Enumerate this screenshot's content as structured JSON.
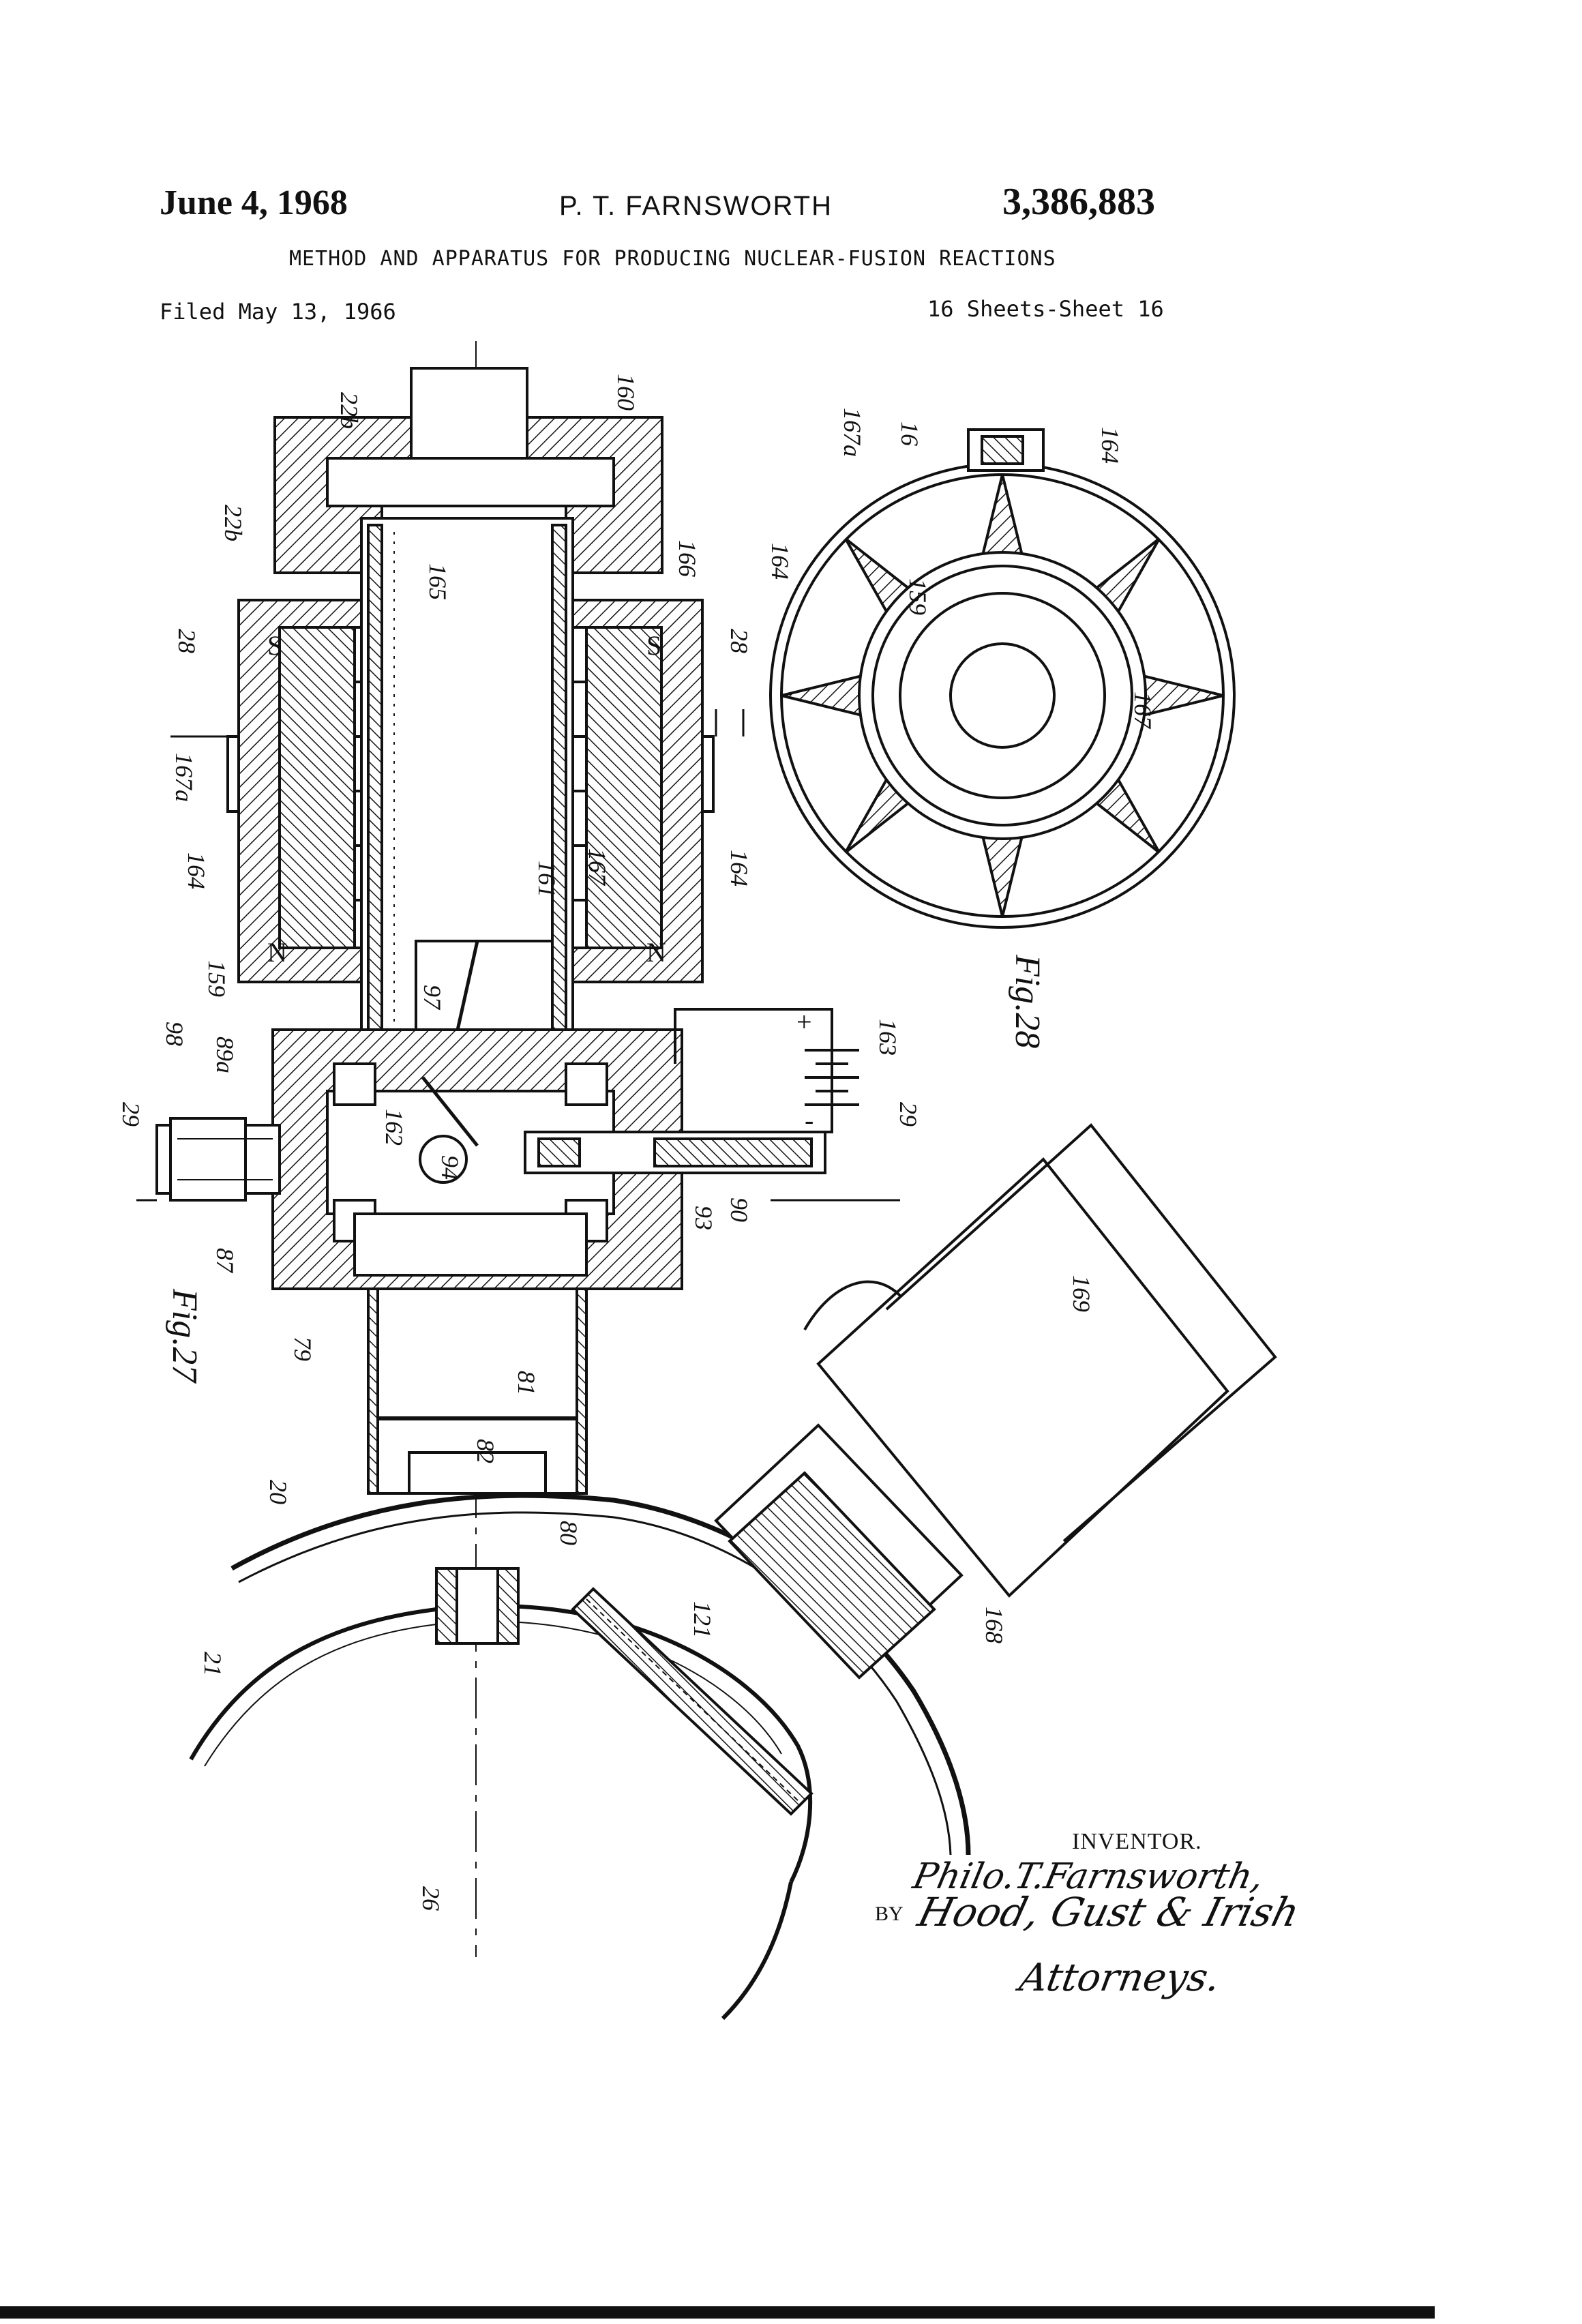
{
  "header": {
    "date": "June 4, 1968",
    "inventor_name": "P. T. FARNSWORTH",
    "patent_number": "3,386,883",
    "title": "METHOD AND APPARATUS FOR PRODUCING NUCLEAR-FUSION REACTIONS",
    "filed": "Filed May 13, 1966",
    "sheets": "16 Sheets-Sheet 16"
  },
  "figures": {
    "fig27": "Fig.27",
    "fig28": "Fig.28"
  },
  "reference_numerals": {
    "n22b_top": "22b",
    "n22b_side": "22b",
    "n160": "160",
    "n166": "166",
    "n165": "165",
    "n167a_left": "167a",
    "n164_left": "164",
    "n164_right": "164",
    "n167": "167",
    "n161": "161",
    "n159": "159",
    "n97": "97",
    "n89a": "89a",
    "n98": "98",
    "n162": "162",
    "n94": "94",
    "n163": "163",
    "n93": "93",
    "n90": "90",
    "n87": "87",
    "n79": "79",
    "n81": "81",
    "n82": "82",
    "n80": "80",
    "n20": "20",
    "n121": "121",
    "n21": "21",
    "n26": "26",
    "n168": "168",
    "n169": "169",
    "n28_top_left": "28",
    "n28_top_right": "28",
    "n29_left": "29",
    "n29_right": "29",
    "r167a": "167a",
    "r16": "16",
    "r164_top": "164",
    "r164_left": "164",
    "r159": "159",
    "r167": "167"
  },
  "pole_labels": {
    "s_left": "S",
    "s_right": "S",
    "n_left": "N",
    "n_right": "N"
  },
  "battery": {
    "plus": "+",
    "minus": "-"
  },
  "signature_block": {
    "inventor_caption": "INVENTOR.",
    "inventor_signature": "Philo.T.Farnsworth,",
    "by_label": "BY",
    "attorney_signature": "Hood, Gust & Irish",
    "attorneys_label": "Attorneys."
  },
  "colors": {
    "ink": "#111111",
    "paper": "#ffffff"
  }
}
